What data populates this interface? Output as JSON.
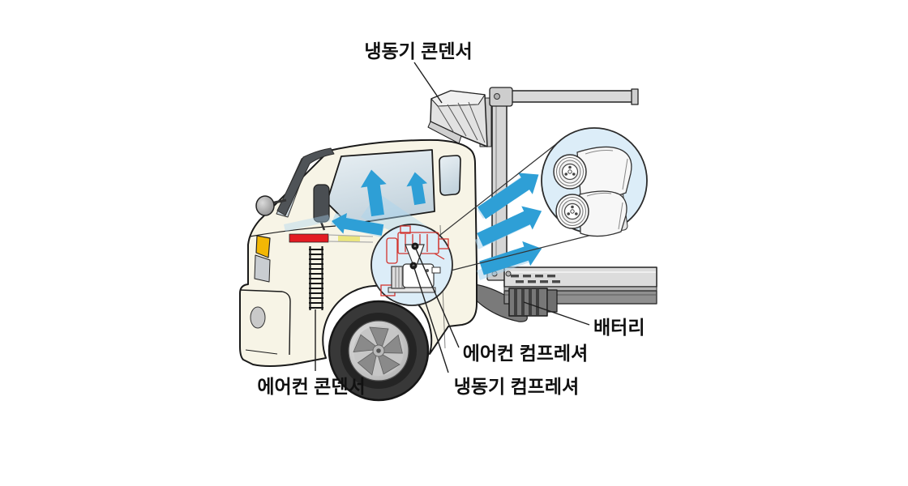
{
  "figure": {
    "type": "technical-illustration",
    "subject": "refrigerated-truck-hvac-components",
    "labels": {
      "refrigerator_condenser": "냉동기 콘덴서",
      "ac_condenser": "에어컨 콘덴서",
      "ac_compressor": "에어컨 컴프레셔",
      "refrigerator_compressor": "냉동기 컴프레셔",
      "battery": "배터리"
    },
    "colors": {
      "airflow_blue": "#2E9FD6",
      "airflow_light": "#A9D5EF",
      "stripe_red": "#E31B23",
      "signal_amber": "#F2B705",
      "magnifier_fill": "#DCEDF8",
      "body_cream": "#F7F4E6"
    }
  }
}
